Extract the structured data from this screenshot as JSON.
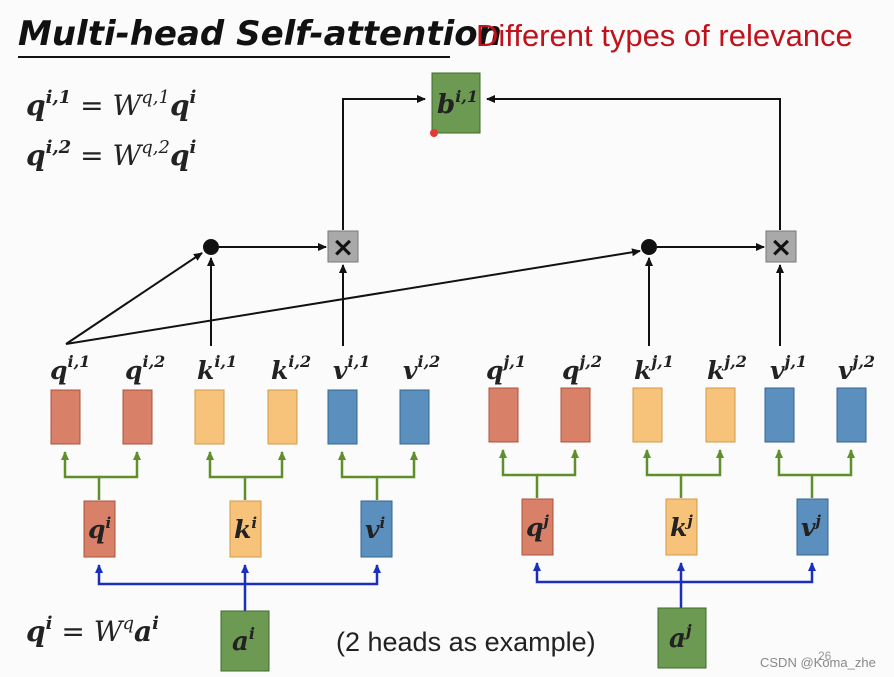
{
  "title": "Multi-head Self-attention",
  "subtitle": "Different types of relevance",
  "equations": {
    "eq1": {
      "lhs_base": "q",
      "lhs_sup": "i,1",
      "eq": " = ",
      "w": "W",
      "w_sup": "q,1",
      "rhs_base": "q",
      "rhs_sup": "i"
    },
    "eq2": {
      "lhs_base": "q",
      "lhs_sup": "i,2",
      "eq": " = ",
      "w": "W",
      "w_sup": "q,2",
      "rhs_base": "q",
      "rhs_sup": "i"
    },
    "eq3": {
      "lhs_base": "q",
      "lhs_sup": "i",
      "eq": " = ",
      "w": "W",
      "w_sup": "q",
      "rhs_base": "a",
      "rhs_sup": "i"
    }
  },
  "output": {
    "base": "b",
    "sup": "i,1"
  },
  "head_labels_i": [
    {
      "base": "q",
      "sup": "i,1"
    },
    {
      "base": "q",
      "sup": "i,2"
    },
    {
      "base": "k",
      "sup": "i,1"
    },
    {
      "base": "k",
      "sup": "i,2"
    },
    {
      "base": "v",
      "sup": "i,1"
    },
    {
      "base": "v",
      "sup": "i,2"
    }
  ],
  "head_labels_j": [
    {
      "base": "q",
      "sup": "j,1"
    },
    {
      "base": "q",
      "sup": "j,2"
    },
    {
      "base": "k",
      "sup": "j,1"
    },
    {
      "base": "k",
      "sup": "j,2"
    },
    {
      "base": "v",
      "sup": "j,1"
    },
    {
      "base": "v",
      "sup": "j,2"
    }
  ],
  "mid_labels_i": [
    {
      "base": "q",
      "sup": "i"
    },
    {
      "base": "k",
      "sup": "i"
    },
    {
      "base": "v",
      "sup": "i"
    }
  ],
  "mid_labels_j": [
    {
      "base": "q",
      "sup": "j"
    },
    {
      "base": "k",
      "sup": "j"
    },
    {
      "base": "v",
      "sup": "j"
    }
  ],
  "inputs": [
    {
      "base": "a",
      "sup": "i"
    },
    {
      "base": "a",
      "sup": "j"
    }
  ],
  "multiply_symbol": "×",
  "note": "(2 heads as example)",
  "page_number": "26",
  "watermark": "CSDN @Koma_zhe",
  "colors": {
    "q": "#d98068",
    "k": "#f7c27a",
    "v": "#5b8fbd",
    "a": "#6d9a53",
    "split_arrow": "#5f8f2a",
    "input_arrow": "#1b2fbf",
    "title_red": "#c0121b"
  }
}
